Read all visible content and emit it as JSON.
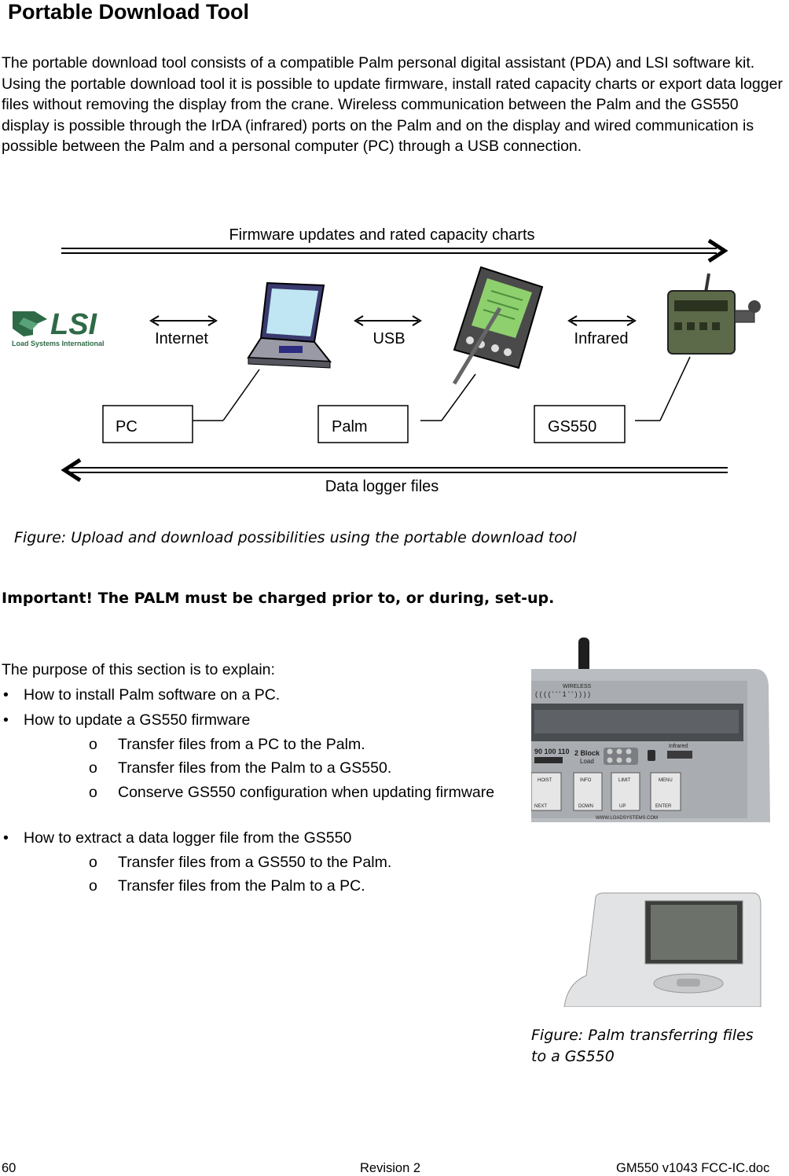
{
  "page": {
    "title": "Portable Download Tool",
    "intro": "The portable download tool consists of a compatible Palm personal digital assistant (PDA) and LSI software kit. Using the portable download tool it is possible to update firmware, install rated capacity charts or export data logger files without removing the display from the crane. Wireless communication between the Palm and the GS550 display is possible through the IrDA (infrared) ports on the Palm and on the display and wired communication is possible between the Palm and a personal computer (PC) through a USB connection."
  },
  "diagram": {
    "top_arrow_label": "Firmware updates and rated capacity charts",
    "bottom_arrow_label": "Data logger files",
    "logo_text": "LSI",
    "logo_subtext": "Load Systems International",
    "links": [
      "Internet",
      "USB",
      "Infrared"
    ],
    "boxes": [
      "PC",
      "Palm",
      "GS550"
    ],
    "caption": "Figure: Upload and download possibilities using the portable download tool"
  },
  "important": "Important! The PALM must be charged prior to, or during, set-up.",
  "purpose": {
    "intro": "The purpose of this section is to explain:",
    "items": [
      {
        "text": "How to install Palm software on a PC.",
        "sub": []
      },
      {
        "text": "How to update a GS550 firmware",
        "sub": [
          "Transfer files from a PC to the Palm.",
          "Transfer files from the Palm to a GS550.",
          "Conserve GS550 configuration when updating firmware"
        ]
      },
      {
        "text": "How to extract a data logger file from the GS550",
        "sub": [
          "Transfer files from a GS550 to the Palm.",
          "Transfer files from the Palm to a PC."
        ]
      }
    ],
    "bullet_glyph": "•",
    "sub_glyph": "o"
  },
  "photo": {
    "display_labels": {
      "wireless": "WIRELESS",
      "block": "2 Block",
      "load": "Load",
      "infrared": "Infrared",
      "hoist": "HOIST",
      "info": "INFO",
      "limit": "LIMIT",
      "menu": "MENU",
      "next": "NEXT",
      "down": "DOWN",
      "up": "UP",
      "enter": "ENTER",
      "website": "WWW.LOADSYSTEMS.COM"
    },
    "caption_line1": "Figure: Palm transferring files",
    "caption_line2": "to a GS550"
  },
  "footer": {
    "page_number": "60",
    "revision": "Revision 2",
    "doc_name": "GM550 v1043 FCC-IC.doc"
  }
}
